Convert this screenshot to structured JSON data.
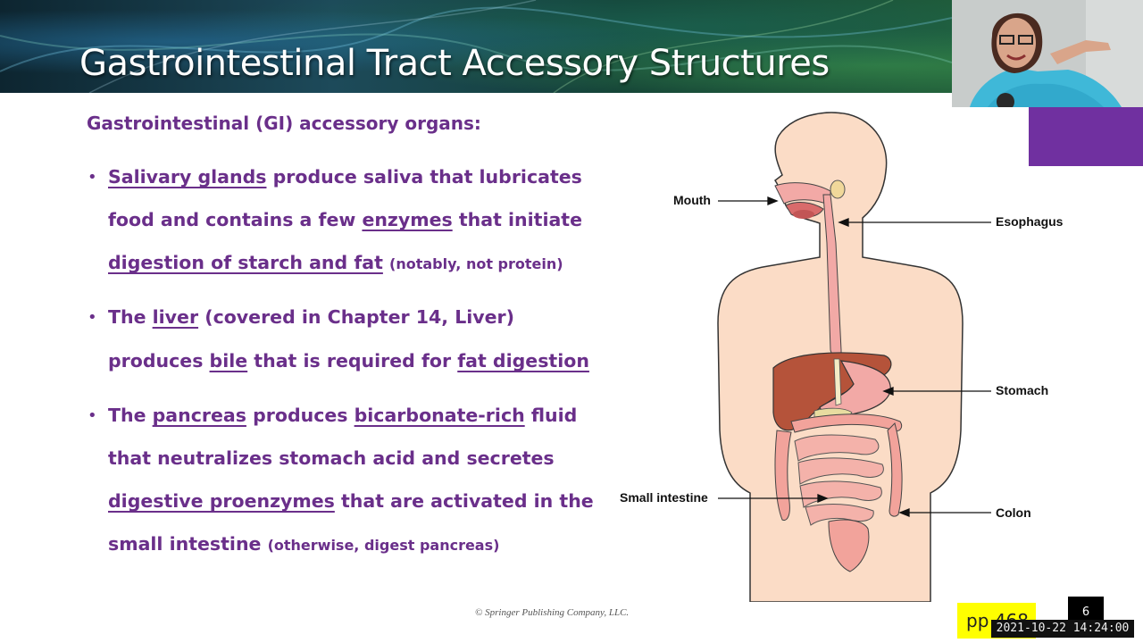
{
  "slide": {
    "title": "Gastrointestinal Tract Accessory Structures",
    "intro": "Gastrointestinal (GI) accessory organs:",
    "bullet_marker": "•",
    "bullets": [
      {
        "lines": [
          [
            {
              "t": "Salivary glands",
              "u": true
            },
            {
              "t": " produce saliva that lubricates",
              "u": false
            }
          ],
          [
            {
              "t": "food and contains a few ",
              "u": false
            },
            {
              "t": "enzymes",
              "u": true
            },
            {
              "t": " that initiate",
              "u": false
            }
          ],
          [
            {
              "t": "digestion of starch and fat",
              "u": true
            },
            {
              "t": " ",
              "u": false
            },
            {
              "t": "(notably, not protein)",
              "u": false,
              "small": true
            }
          ]
        ]
      },
      {
        "lines": [
          [
            {
              "t": "The ",
              "u": false
            },
            {
              "t": "liver",
              "u": true
            },
            {
              "t": " (covered in Chapter 14, Liver)",
              "u": false
            }
          ],
          [
            {
              "t": "produces ",
              "u": false
            },
            {
              "t": "bile",
              "u": true
            },
            {
              "t": " that is required for ",
              "u": false
            },
            {
              "t": "fat digestion",
              "u": true
            }
          ]
        ]
      },
      {
        "lines": [
          [
            {
              "t": "The ",
              "u": false
            },
            {
              "t": "pancreas",
              "u": true
            },
            {
              "t": " produces ",
              "u": false
            },
            {
              "t": "bicarbonate-rich",
              "u": true
            },
            {
              "t": " fluid",
              "u": false
            }
          ],
          [
            {
              "t": "that neutralizes stomach acid and secretes",
              "u": false
            }
          ],
          [
            {
              "t": "digestive proenzymes",
              "u": true
            },
            {
              "t": " that are activated in the",
              "u": false
            }
          ],
          [
            {
              "t": "small intestine",
              "u": false
            },
            {
              "t": " ",
              "u": false
            },
            {
              "t": "(otherwise, digest pancreas)",
              "u": false,
              "small": true
            }
          ]
        ]
      }
    ],
    "copyright": "© Springer Publishing Company, LLC."
  },
  "diagram": {
    "labels": {
      "mouth": "Mouth",
      "esophagus": "Esophagus",
      "stomach": "Stomach",
      "small_intestine": "Small intestine",
      "colon": "Colon"
    }
  },
  "footer": {
    "page_ref": "pp 468",
    "slide_number": "6",
    "timestamp": "2021-10-22 14:24:00"
  },
  "colors": {
    "text_purple": "#6a2f8a",
    "accent_block": "#7030a0",
    "skin": "#fbdcc6",
    "liver": "#b5533a",
    "intestine": "#f2a39b",
    "page_ref_bg": "#ffff00"
  }
}
